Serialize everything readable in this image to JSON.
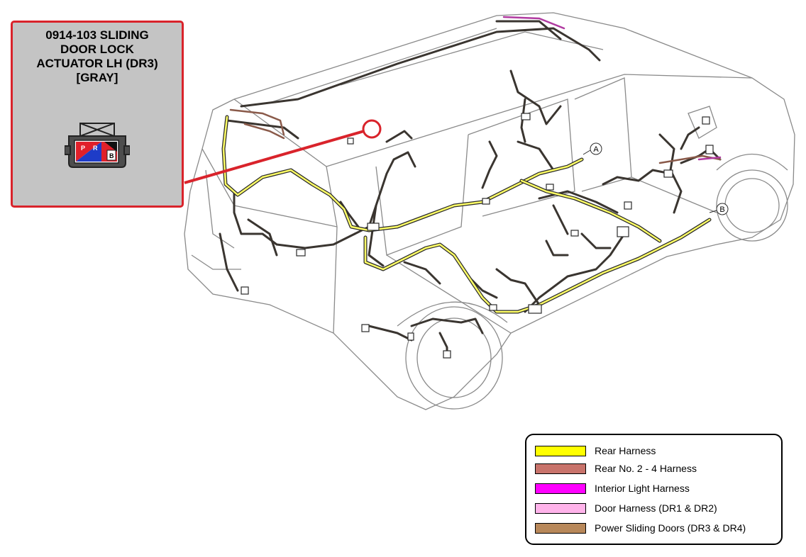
{
  "callout": {
    "title_lines": [
      "0914-103 SLIDING",
      "DOOR LOCK",
      "ACTUATOR LH (DR3)",
      "[GRAY]"
    ],
    "accent_color": "#d9232b",
    "connector_pins": [
      "P",
      "R",
      "B"
    ]
  },
  "markers": {
    "a": "A",
    "b": "B"
  },
  "legend": {
    "items": [
      {
        "label": "Rear Harness",
        "color": "#ffff00"
      },
      {
        "label": "Rear No. 2 - 4 Harness",
        "color": "#c8736b"
      },
      {
        "label": "Interior Light Harness",
        "color": "#ff00ff"
      },
      {
        "label": "Door Harness (DR1 & DR2)",
        "color": "#ffb3ea"
      },
      {
        "label": "Power Sliding Doors (DR3 & DR4)",
        "color": "#b8885a"
      }
    ]
  }
}
